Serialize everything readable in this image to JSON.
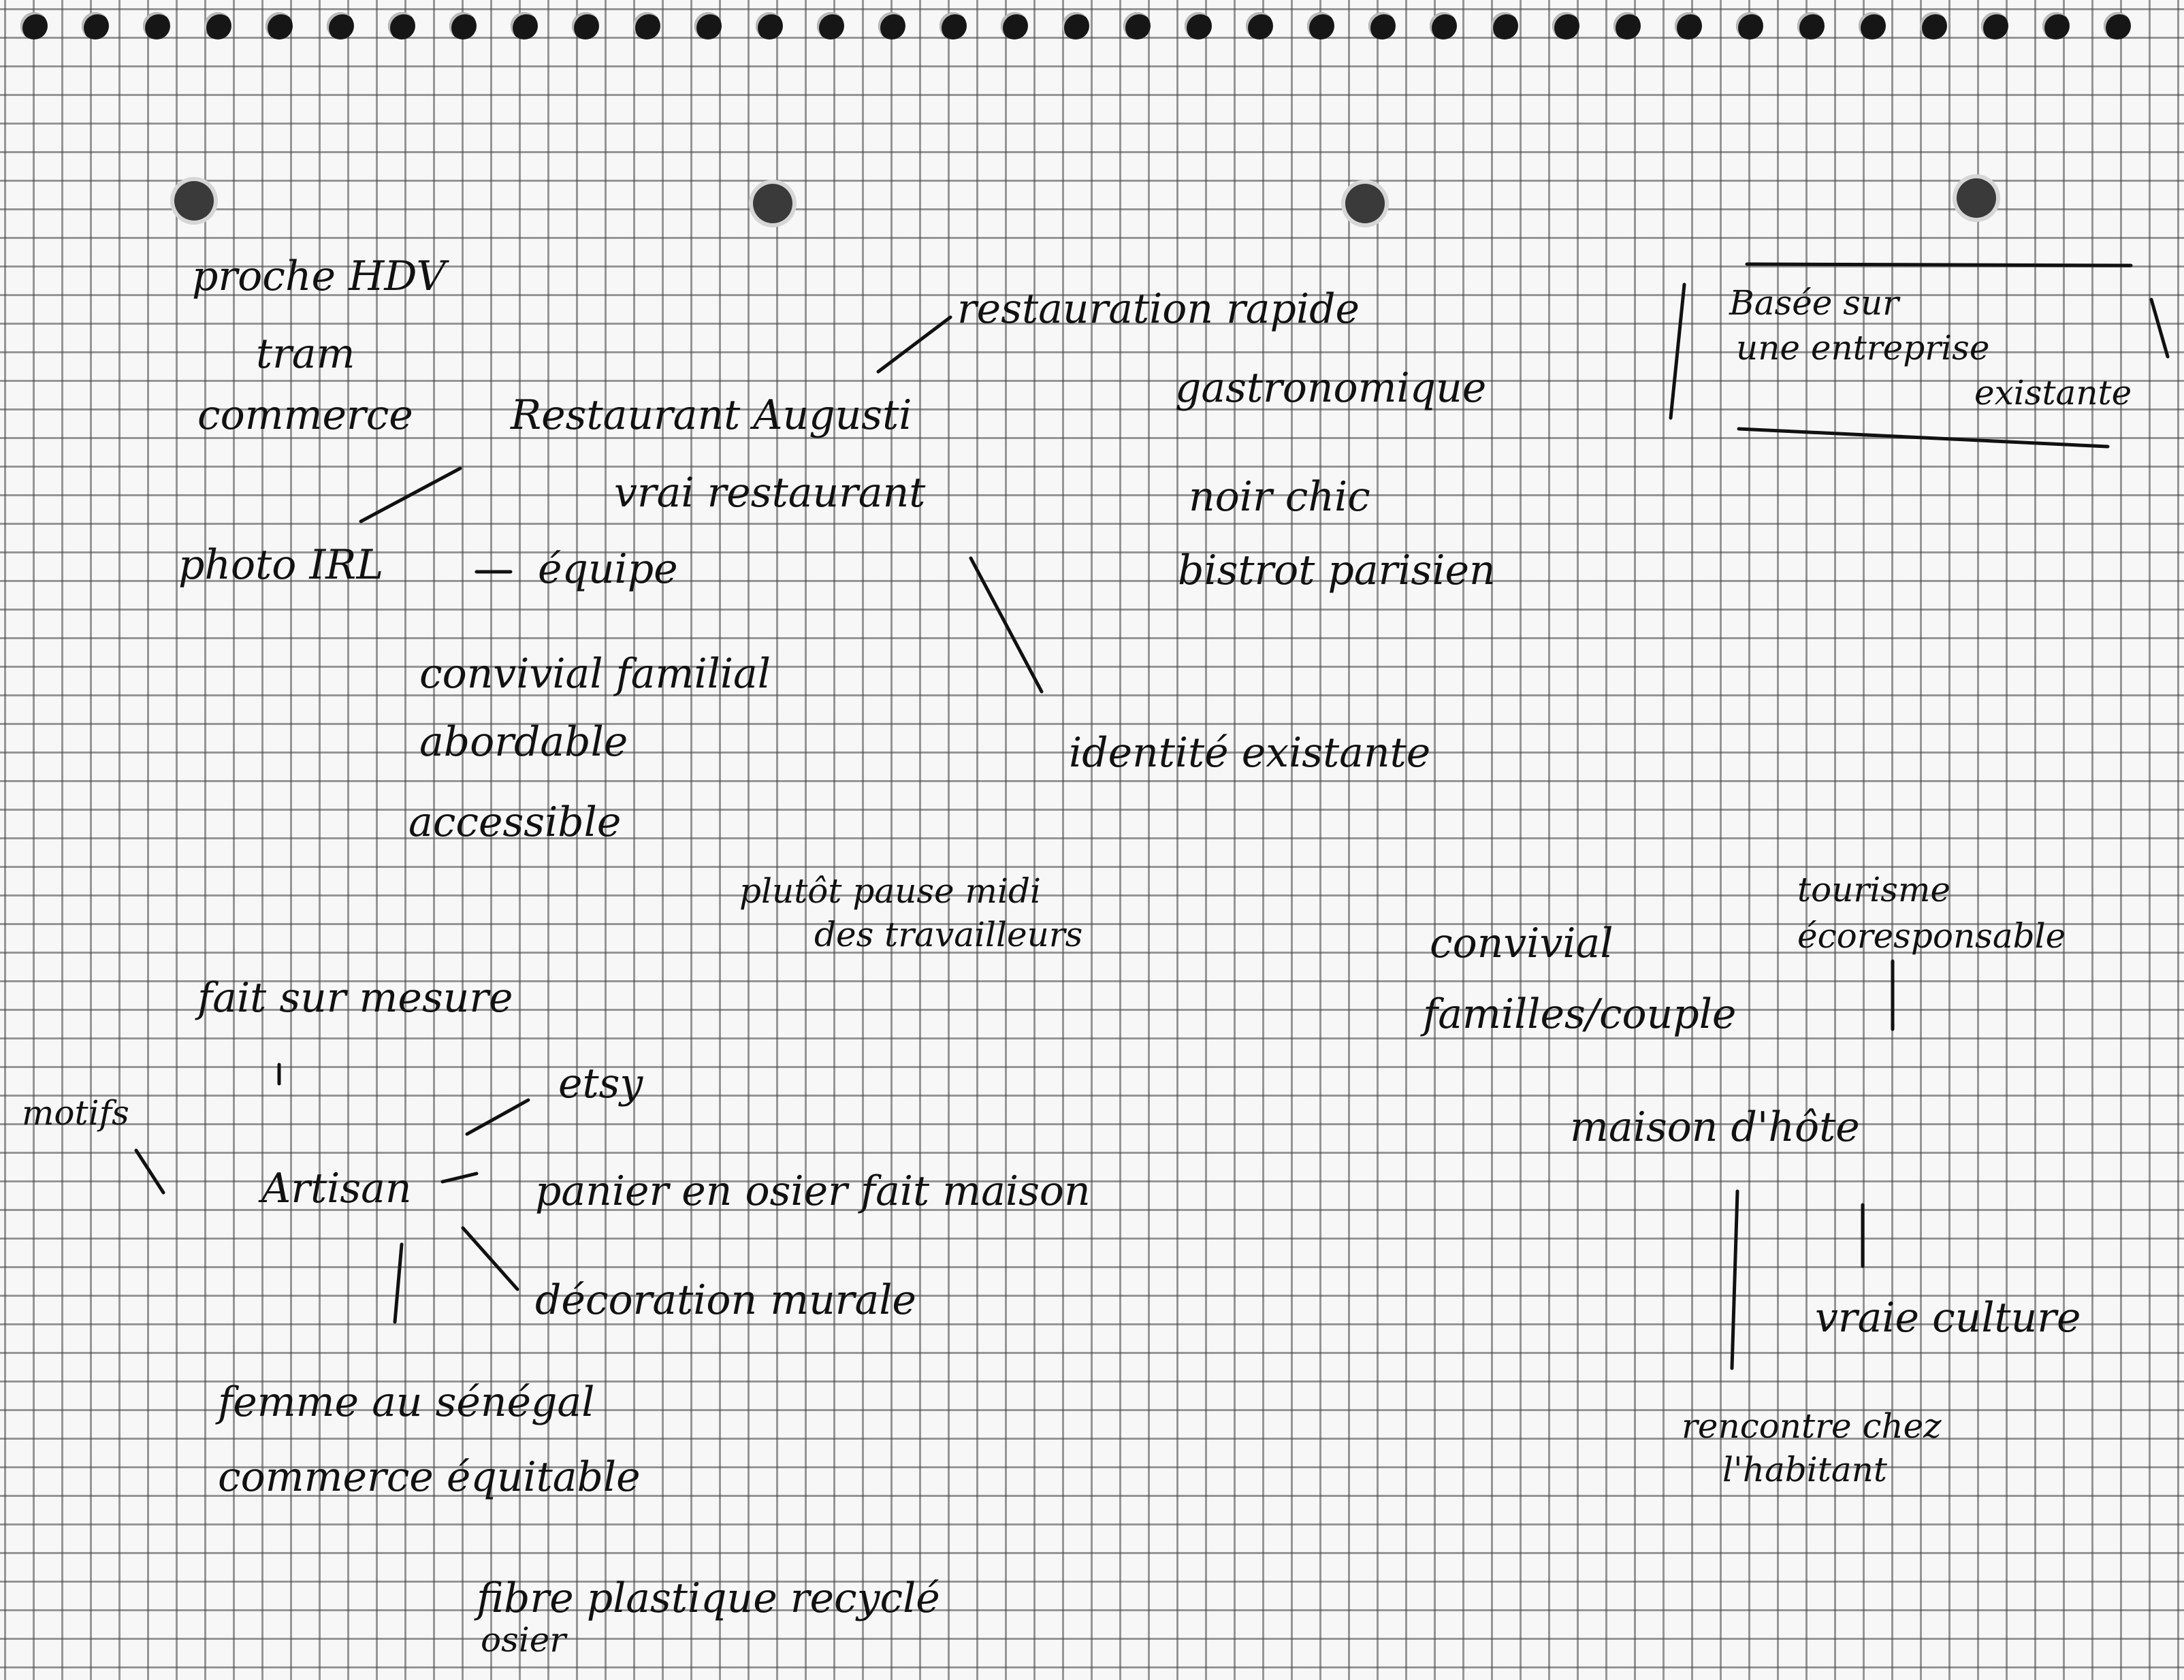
{
  "notes": {
    "proche_hdv": "proche HDV",
    "tram": "tram",
    "commerce": "commerce",
    "restauration_rapide": "restauration rapide",
    "gastronomique": "gastronomique",
    "restaurant_augusti": "Restaurant Augusti",
    "vrai_restaurant": "vrai restaurant",
    "noir_chic": "noir chic",
    "bistrot_parisien": "bistrot parisien",
    "photo_irl": "photo IRL",
    "equipe": "équipe",
    "convivial_familial": "convivial familial",
    "abordable": "abordable",
    "accessible": "accessible",
    "identite_existante": "identité existante",
    "basee_line1": "Basée sur",
    "basee_line2": "une entreprise",
    "basee_line3": "existante",
    "pause_midi_line1": "plutôt pause midi",
    "pause_midi_line2": "des travailleurs",
    "convivial": "convivial",
    "familles_couple": "familles/couple",
    "tourisme_line1": "tourisme",
    "tourisme_line2": "écoresponsable",
    "fait_sur_mesure": "fait sur mesure",
    "motifs": "motifs",
    "etsy": "etsy",
    "artisan": "Artisan",
    "panier_osier": "panier en osier fait maison",
    "decoration_murale": "décoration murale",
    "maison_hote": "maison d'hôte",
    "vraie_culture": "vraie culture",
    "femme_senegal": "femme au sénégal",
    "commerce_equitable": "commerce équitable",
    "rencontre_line1": "rencontre chez",
    "rencontre_line2": "l'habitant",
    "fibre_plastique": "fibre plastique recyclé",
    "osier": "osier"
  }
}
